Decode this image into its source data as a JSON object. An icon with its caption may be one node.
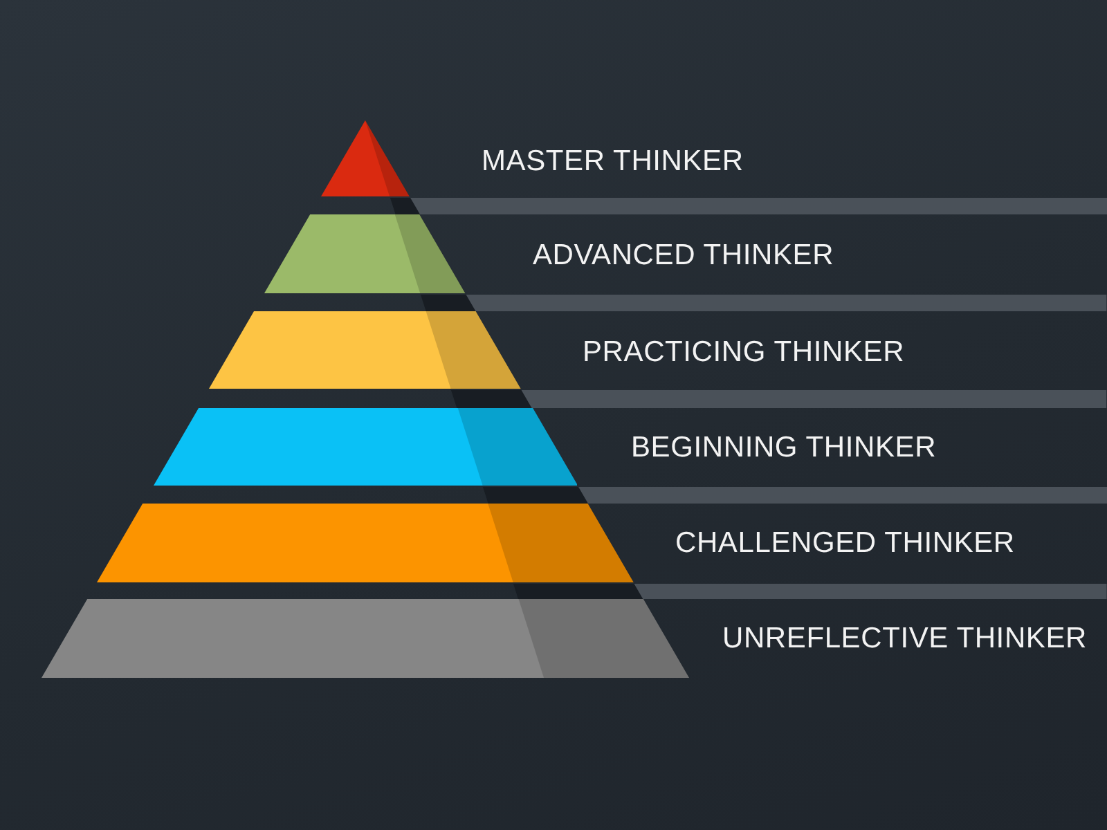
{
  "diagram": {
    "nodes": [
      {
        "text": [],
        "shape": "triangle",
        "beside": [
          "MASTER THINKER"
        ]
      },
      {
        "text": [],
        "shape": "trapezoid",
        "beside": [
          "ADVANCED THINKER"
        ]
      },
      {
        "text": [],
        "shape": "trapezoid",
        "beside": [
          "PRACTICING THINKER"
        ]
      },
      {
        "text": [],
        "shape": "trapezoid",
        "beside": [
          "BEGINNING THINKER"
        ]
      },
      {
        "text": [],
        "shape": "trapezoid",
        "beside": [
          "CHALLENGED THINKER"
        ]
      },
      {
        "text": [],
        "shape": "trapezoid",
        "beside": [
          "UNREFLECTIVE THINKER"
        ]
      }
    ]
  }
}
